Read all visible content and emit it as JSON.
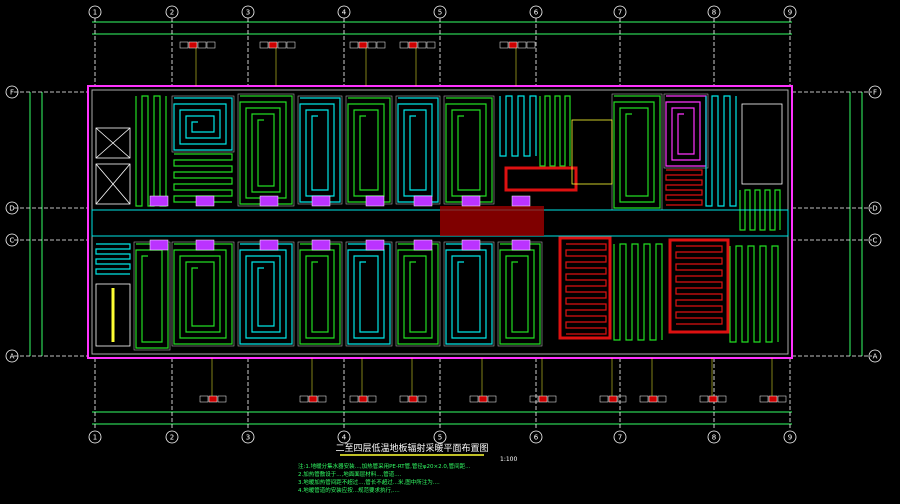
{
  "drawing": {
    "title": "二至四层低温地板辐射采暖平面布置图",
    "scale": "1:100",
    "notes": [
      "注:1.地暖分集水器安装...,加热管采用PE-RT管,管径φ20×2.0,管间距...",
      "2.加热管敷设于...,地面面层材料...,管道....",
      "3.地暖加热管间距不超过...,管长不超过...米,图中所注为....",
      "4.地暖管道的安装应按...规范要求执行,...."
    ]
  },
  "grid": {
    "columns": [
      "1",
      "2",
      "3",
      "4",
      "5",
      "6",
      "7",
      "8",
      "9"
    ],
    "rows": [
      "F",
      "D",
      "C",
      "A"
    ]
  },
  "colors": {
    "background": "#000000",
    "axis": "#ffffff",
    "dimension": "#33ff66",
    "pipe_cyan": "#00e5e5",
    "pipe_green": "#22dd22",
    "wall_magenta": "#ff33ff",
    "hot_red": "#dd1111",
    "annotation_yellow": "#ffff33",
    "manifold_purple": "#bb33ff"
  }
}
